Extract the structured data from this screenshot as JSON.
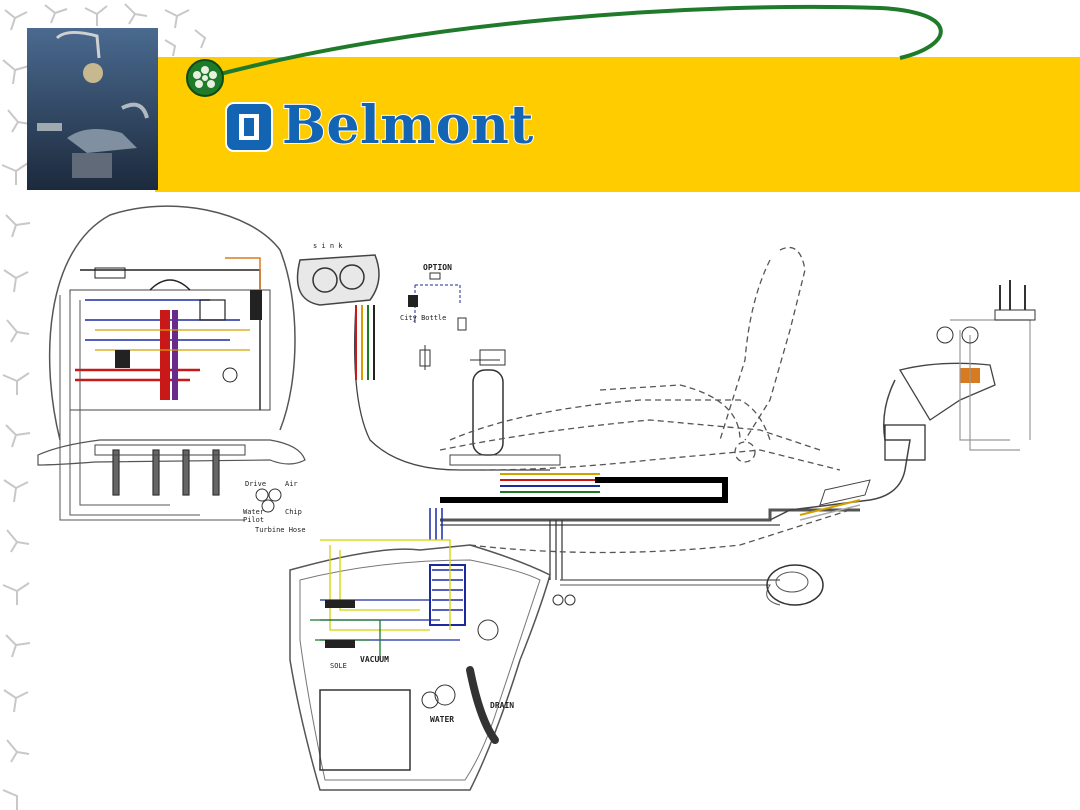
{
  "brand": {
    "name": "Belmont",
    "colors": {
      "banner": "#ffcc00",
      "logo_blue": "#1464b4",
      "arc_green": "#1f7a2a"
    }
  },
  "header": {
    "photo_alt": "dental-chair-photo-icon",
    "hub_icon": "tubing-connector-icon"
  },
  "diagram": {
    "labels": {
      "option": "OPTION",
      "city_bottle": "City Bottle",
      "vacuum": "VACUUM",
      "drain": "DRAIN",
      "water": "WATER",
      "solenoid": "SOLE",
      "turbine_hose": "Turbine Hose",
      "drive": "Drive",
      "air": "Air",
      "water_label": "Water",
      "pilot": "Pilot",
      "chip": "Chip",
      "sink": "s i n k"
    }
  }
}
